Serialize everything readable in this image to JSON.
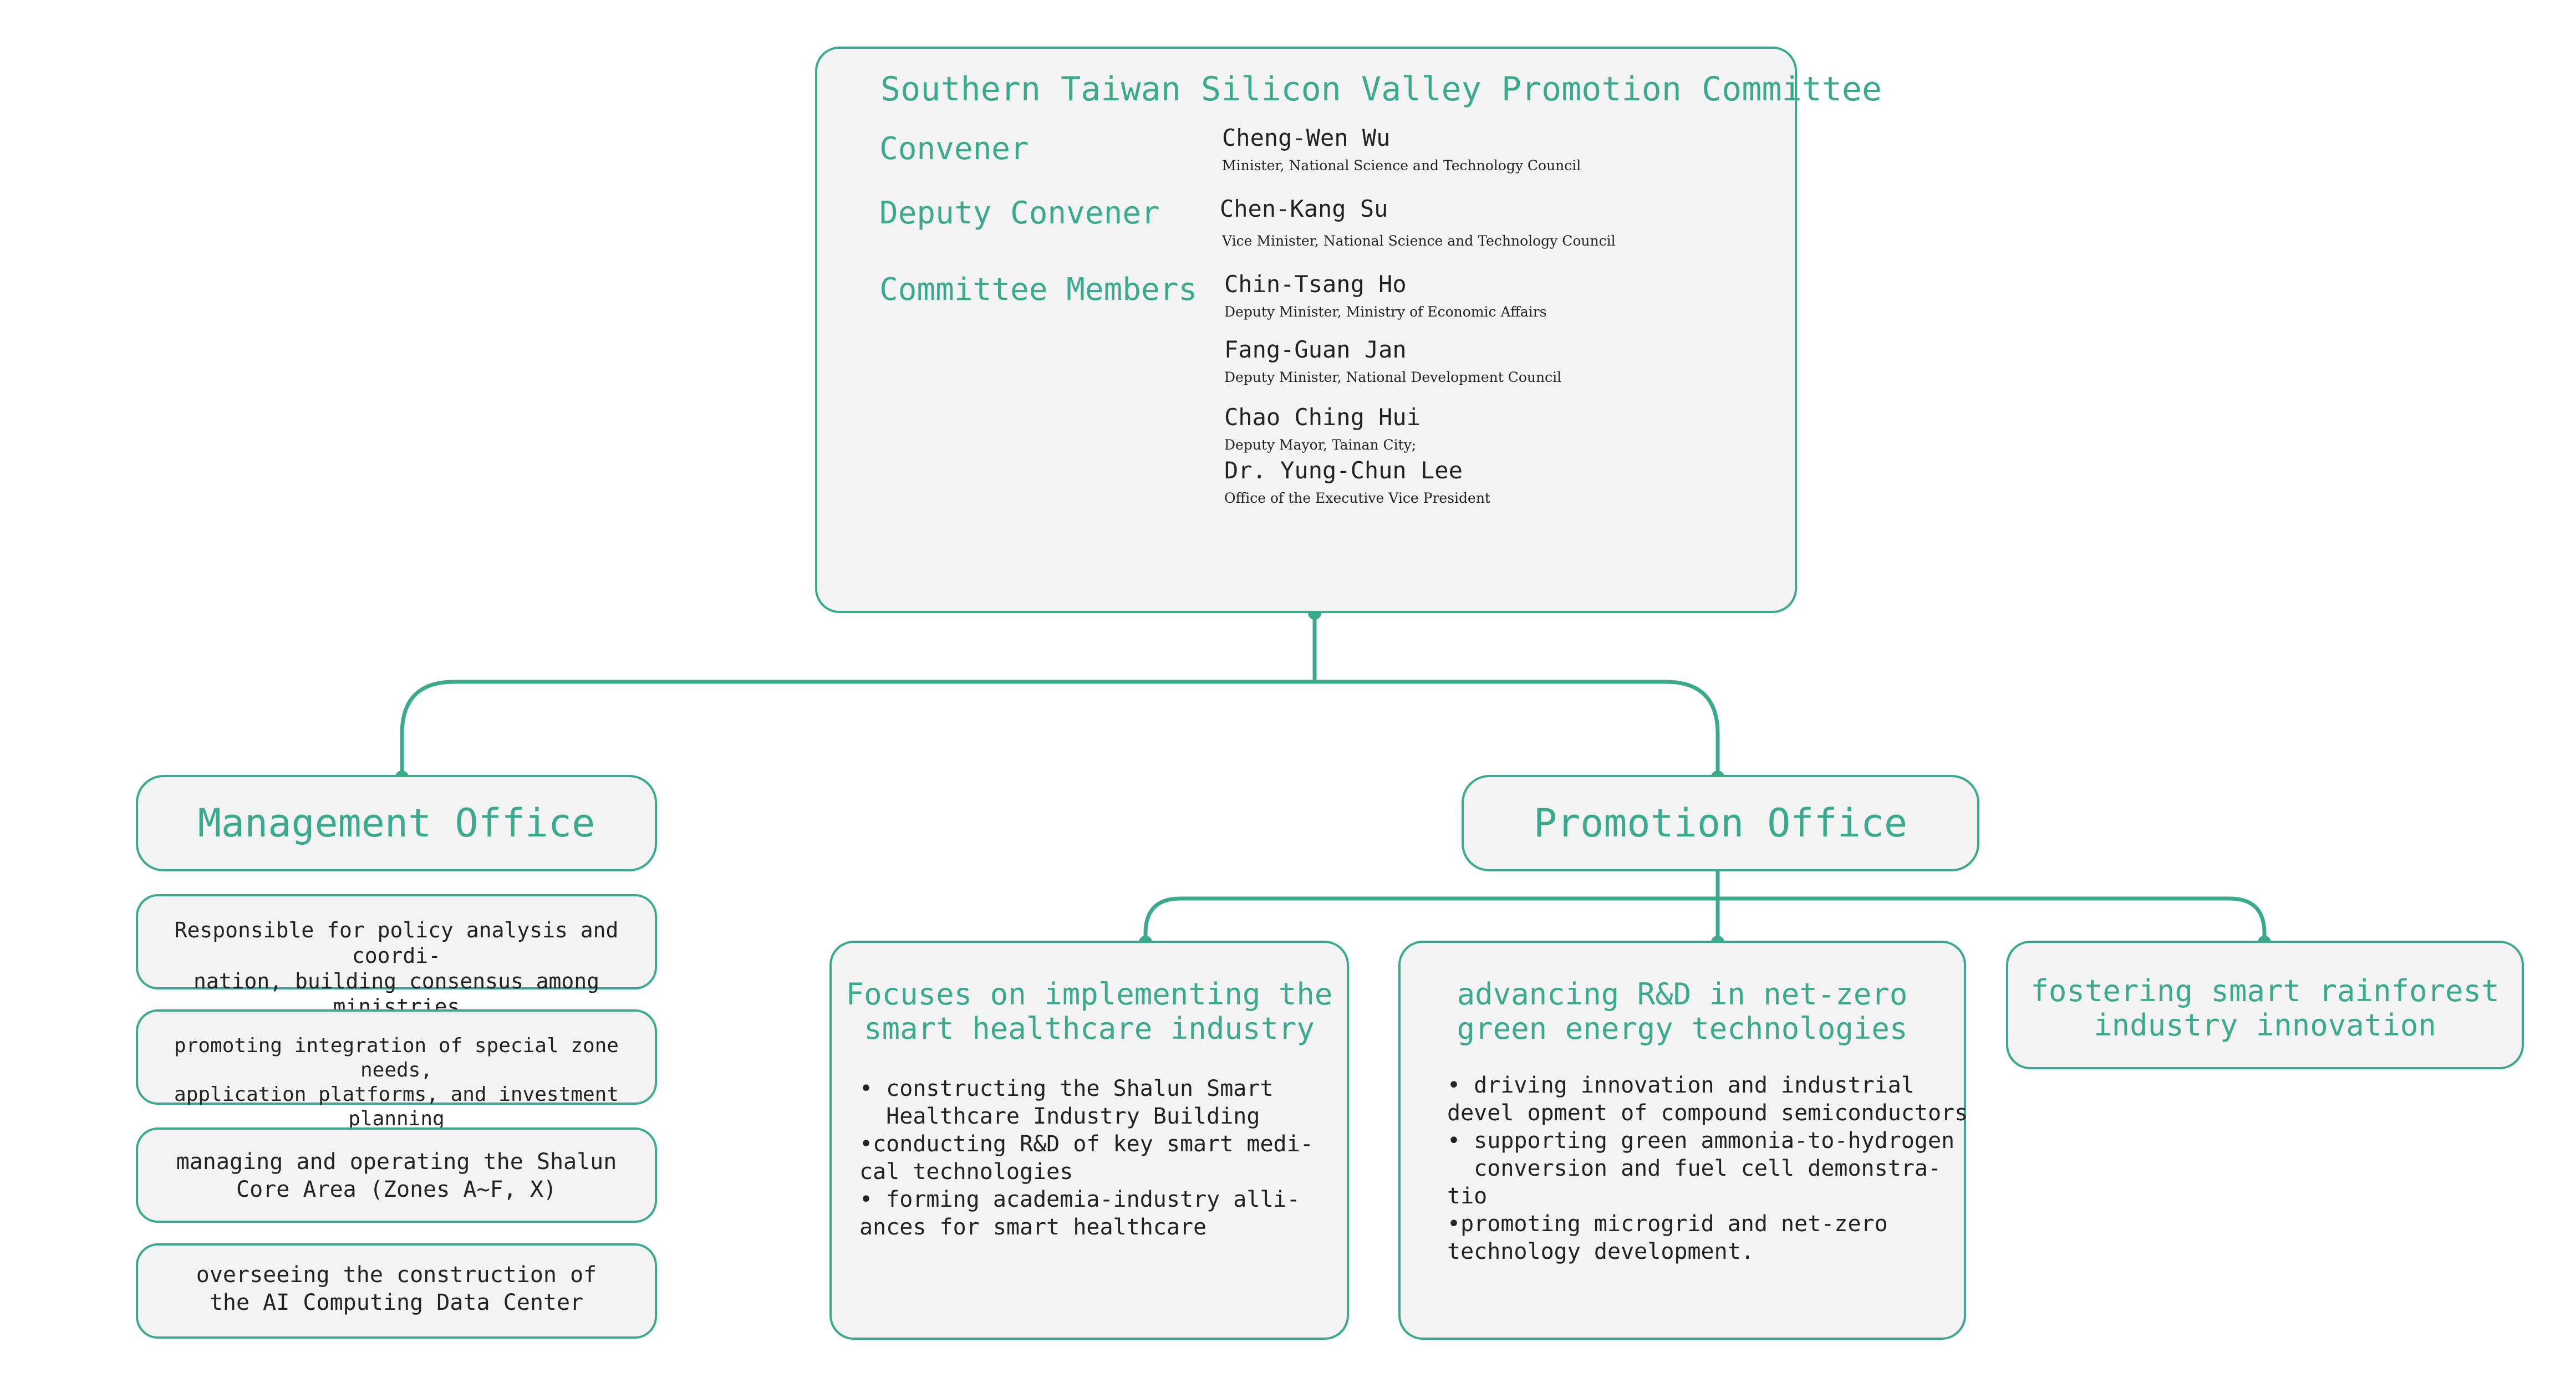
{
  "committee": {
    "title": "Southern Taiwan Silicon Valley Promotion Committee",
    "convener_label": "Convener",
    "deputy_label": "Deputy Convener",
    "members_label": "Committee Members",
    "convener": {
      "name": "Cheng-Wen Wu",
      "title": "Minister, National Science and Technology Council"
    },
    "deputy": {
      "name": "Chen-Kang Su",
      "title": "Vice Minister, National Science and Technology Council"
    },
    "members": [
      {
        "name": "Chin-Tsang Ho",
        "title": "Deputy Minister, Ministry of Economic Affairs"
      },
      {
        "name": "Fang-Guan Jan",
        "title": "Deputy Minister, National Development Council"
      },
      {
        "name": "Chao Ching Hui",
        "title": "Deputy Mayor, Tainan City;"
      },
      {
        "name": "Dr. Yung-Chun Lee",
        "title": "Office of the Executive Vice President"
      }
    ]
  },
  "management": {
    "title": "Management Office",
    "duties": [
      [
        "Responsible for policy analysis and coordi-",
        "nation, building consensus among ministries"
      ],
      [
        "promoting integration of special zone needs,",
        "application platforms, and investment planning"
      ],
      [
        "managing and operating the Shalun",
        "Core Area (Zones A~F, X)"
      ],
      [
        "overseeing the construction of",
        "the AI Computing Data Center"
      ]
    ]
  },
  "promotion": {
    "title": "Promotion Office",
    "healthcare": {
      "heading": [
        "Focuses on implementing the",
        "smart healthcare industry"
      ],
      "lines": [
        "• constructing the Shalun Smart",
        "  Healthcare Industry Building",
        "•conducting R&D of key smart medi-",
        "cal technologies",
        "• forming academia-industry alli-",
        "ances for smart healthcare"
      ]
    },
    "energy": {
      "heading": [
        "advancing R&D in net-zero",
        "green energy technologies"
      ],
      "lines": [
        "• driving innovation and industrial",
        "devel opment of compound semiconductors",
        "• supporting green ammonia-to-hydrogen",
        "  conversion and fuel cell demonstra-",
        "tio",
        "•promoting microgrid and net-zero",
        "technology development."
      ]
    },
    "rainforest": {
      "heading": [
        "fostering smart rainforest",
        "industry innovation"
      ]
    }
  },
  "colors": {
    "accent": "#3aaa8e",
    "box_fill": "#f3f3f3"
  }
}
